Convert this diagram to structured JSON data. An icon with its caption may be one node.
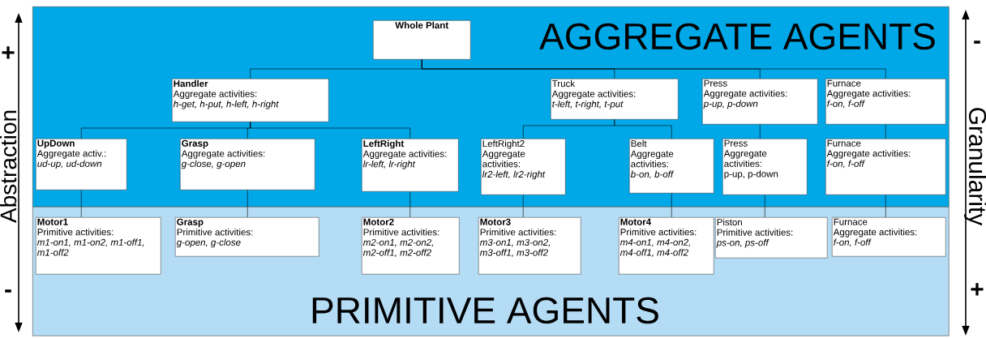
{
  "diagram": {
    "nodes": [
      {
        "text": [
          "AGGREGATE AGENTS"
        ]
      },
      {
        "text": [
          "Whole Plant"
        ],
        "in": 0
      },
      {
        "text": [
          "Handler",
          "Aggregate activities:",
          "h-get, h-put, h-left, h-right"
        ],
        "in": 0
      },
      {
        "text": [
          "Truck",
          "Aggregate activities:",
          "t-left, t-right, t-put"
        ],
        "in": 0
      },
      {
        "text": [
          "Press",
          "Aggregate activities:",
          "p-up, p-down"
        ],
        "in": 0
      },
      {
        "text": [
          "Furnace",
          "Aggregate activities:",
          "f-on, f-off"
        ],
        "in": 0
      },
      {
        "text": [
          "UpDown",
          "Aggregate activ.:",
          "ud-up, ud-down"
        ],
        "in": 0
      },
      {
        "text": [
          "Grasp",
          "Aggregate activities:",
          "g-close, g-open"
        ],
        "in": 0
      },
      {
        "text": [
          "LeftRight",
          "Aggregate activities:",
          "lr-left, lr-right"
        ],
        "in": 0
      },
      {
        "text": [
          "LeftRight2",
          "Aggregate activities:",
          "lr2-left, lr2-right"
        ],
        "in": 0
      },
      {
        "text": [
          "Belt",
          "Aggregate activities:",
          "b-on, b-off"
        ],
        "in": 0
      },
      {
        "text": [
          "Press",
          "Aggregate activities:",
          "p-up, p-down"
        ],
        "in": 0
      },
      {
        "text": [
          "Furnace",
          "Aggregate activities:",
          "f-on, f-off"
        ],
        "in": 0
      },
      {
        "text": [
          "PRIMITIVE AGENTS"
        ]
      },
      {
        "text": [
          "Motor1",
          "Primitive activities:",
          "m1-on1, m1-on2, m1-off1, m1-off2"
        ],
        "in": 13
      },
      {
        "text": [
          "Grasp",
          "Primitive activities:",
          "g-open, g-close"
        ],
        "in": 13
      },
      {
        "text": [
          "Motor2",
          "Primitive activities:",
          "m2-on1, m2-on2, m2-off1, m2-off2"
        ],
        "in": 13
      },
      {
        "text": [
          "Motor3",
          "Primitive activities:",
          "m3-on1, m3-on2, m3-off1, m3-off2"
        ],
        "in": 13
      },
      {
        "text": [
          "Motor4",
          "Primitive activities:",
          "m4-on1, m4-on2, m4-off1, m4-off2"
        ],
        "in": 13
      },
      {
        "text": [
          "Piston",
          "Primitive activities:",
          "ps-on, ps-off"
        ],
        "in": 13
      },
      {
        "text": [
          "Furnace",
          "Aggregate activities:",
          "f-on, f-off"
        ],
        "in": 13
      }
    ],
    "edges": [
      {
        "from": 1,
        "to": 2,
        "arrow": "none"
      },
      {
        "from": 1,
        "to": 3,
        "arrow": "none"
      },
      {
        "from": 1,
        "to": 4,
        "arrow": "none"
      },
      {
        "from": 1,
        "to": 5,
        "arrow": "none"
      },
      {
        "from": 2,
        "to": 6,
        "arrow": "none"
      },
      {
        "from": 2,
        "to": 7,
        "arrow": "none"
      },
      {
        "from": 2,
        "to": 8,
        "arrow": "none"
      },
      {
        "from": 3,
        "to": 9,
        "arrow": "none"
      },
      {
        "from": 3,
        "to": 10,
        "arrow": "none"
      },
      {
        "from": 4,
        "to": 11,
        "arrow": "none"
      },
      {
        "from": 5,
        "to": 12,
        "arrow": "none"
      },
      {
        "from": 6,
        "to": 14,
        "arrow": "none"
      },
      {
        "from": 7,
        "to": 15,
        "arrow": "none"
      },
      {
        "from": 8,
        "to": 16,
        "arrow": "none"
      },
      {
        "from": 9,
        "to": 17,
        "arrow": "none"
      },
      {
        "from": 10,
        "to": 18,
        "arrow": "none"
      },
      {
        "from": 11,
        "to": 19,
        "arrow": "none"
      },
      {
        "from": 12,
        "to": 20,
        "arrow": "none"
      }
    ],
    "labels": [
      "+",
      "Abstraction",
      "-",
      "-",
      "Granularity",
      "+"
    ]
  }
}
